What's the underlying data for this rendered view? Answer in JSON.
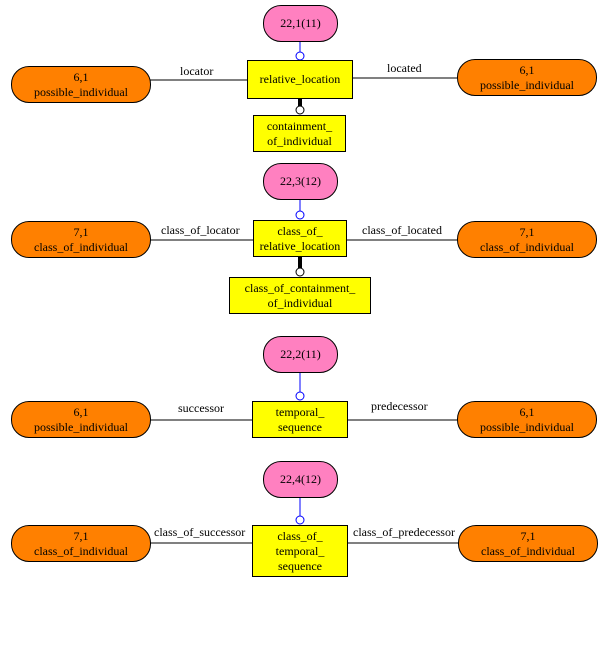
{
  "colors": {
    "entity_fill": "#ff8000",
    "reference_fill": "#ff80c0",
    "relationship_fill": "#ffff00",
    "subtype_line": "#0000ff",
    "line": "#000000"
  },
  "groups": [
    {
      "reference": "22,1(11)",
      "relationship": [
        "relative_location"
      ],
      "subtype": [
        "containment_",
        "of_individual"
      ],
      "left_role": "locator",
      "right_role": "located",
      "left_entity": {
        "id": "6,1",
        "name": "possible_individual"
      },
      "right_entity": {
        "id": "6,1",
        "name": "possible_individual"
      }
    },
    {
      "reference": "22,3(12)",
      "relationship": [
        "class_of_",
        "relative_location"
      ],
      "subtype": [
        "class_of_containment_",
        "of_individual"
      ],
      "left_role": "class_of_locator",
      "right_role": "class_of_located",
      "left_entity": {
        "id": "7,1",
        "name": "class_of_individual"
      },
      "right_entity": {
        "id": "7,1",
        "name": "class_of_individual"
      }
    },
    {
      "reference": "22,2(11)",
      "relationship": [
        "temporal_",
        "sequence"
      ],
      "left_role": "successor",
      "right_role": "predecessor",
      "left_entity": {
        "id": "6,1",
        "name": "possible_individual"
      },
      "right_entity": {
        "id": "6,1",
        "name": "possible_individual"
      }
    },
    {
      "reference": "22,4(12)",
      "relationship": [
        "class_of_",
        "temporal_",
        "sequence"
      ],
      "left_role": "class_of_successor",
      "right_role": "class_of_predecessor",
      "left_entity": {
        "id": "7,1",
        "name": "class_of_individual"
      },
      "right_entity": {
        "id": "7,1",
        "name": "class_of_individual"
      }
    }
  ]
}
